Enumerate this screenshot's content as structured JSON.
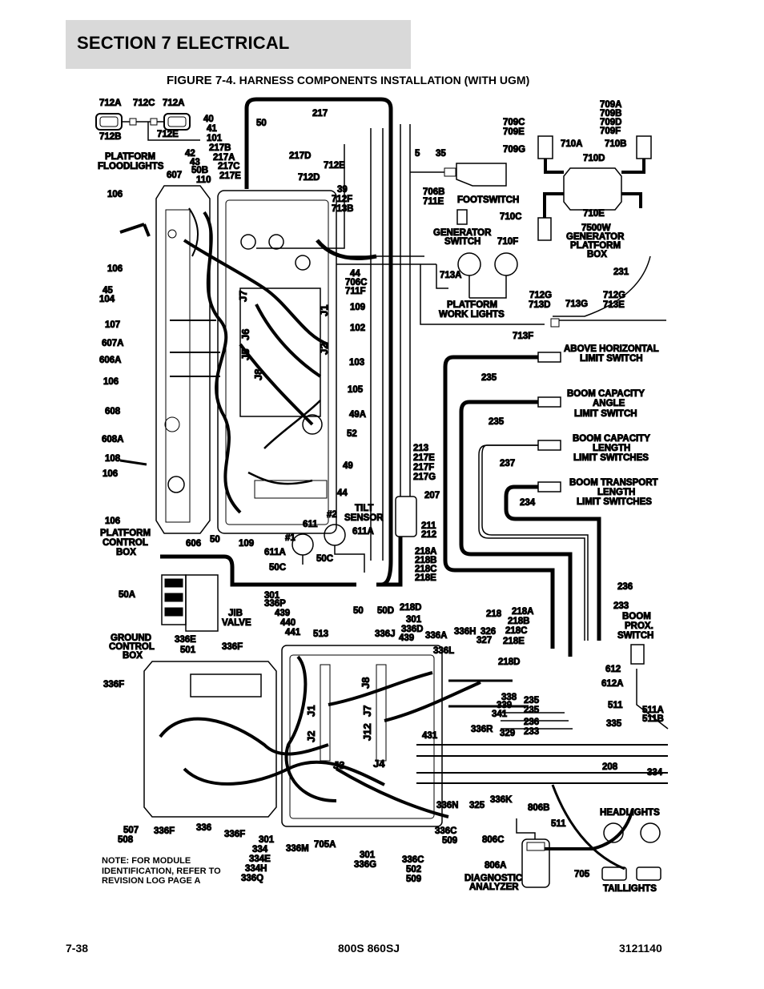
{
  "header": {
    "section_title": "SECTION 7   ELECTRICAL"
  },
  "figure": {
    "prefix": "FIGURE 7-4.",
    "title": "HARNESS COMPONENTS INSTALLATION (WITH UGM)"
  },
  "footer": {
    "page": "7-38",
    "model": "800S 860SJ",
    "doc_number": "3121140"
  },
  "note": "NOTE: FOR MODULE IDENTIFICATION, REFER TO REVISION LOG PAGE A",
  "components": {
    "platform_floodlights": [
      "PLATFORM",
      "FLOODLIGHTS"
    ],
    "platform_control_box": [
      "PLATFORM",
      "CONTROL",
      "BOX"
    ],
    "jib_valve": [
      "JIB",
      "VALVE"
    ],
    "ground_control_box": [
      "GROUND",
      "CONTROL",
      "BOX"
    ],
    "footswitch": "FOOTSWITCH",
    "generator_switch": [
      "GENERATOR",
      "SWITCH"
    ],
    "generator_box": [
      "7500W",
      "GENERATOR",
      "PLATFORM",
      "BOX"
    ],
    "platform_work_lights": [
      "PLATFORM",
      "WORK LIGHTS"
    ],
    "above_horizontal": [
      "ABOVE HORIZONTAL",
      "LIMIT SWITCH"
    ],
    "boom_capacity_angle": [
      "BOOM CAPACITY",
      "ANGLE",
      "LIMIT SWITCH"
    ],
    "boom_capacity_length": [
      "BOOM CAPACITY",
      "LENGTH",
      "LIMIT SWITCHES"
    ],
    "boom_transport_length": [
      "BOOM TRANSPORT",
      "LENGTH",
      "LIMIT SWITCHES"
    ],
    "tilt_sensor": [
      "TILT",
      "SENSOR"
    ],
    "boom_prox_switch": [
      "BOOM",
      "PROX.",
      "SWITCH"
    ],
    "headlights": "HEADLIGHTS",
    "taillights": "TAILLIGHTS",
    "diagnostic_analyzer": [
      "DIAGNOSTIC",
      "ANALYZER"
    ]
  },
  "connectors": {
    "platform": [
      "J7",
      "J1",
      "J6",
      "J2",
      "J5",
      "J8"
    ],
    "ground": [
      "J8",
      "J1",
      "J7",
      "J2",
      "J12",
      "J3",
      "J4"
    ]
  },
  "callouts": {
    "top_left": [
      "712A",
      "712C",
      "712A",
      "712B",
      "712E",
      "40",
      "41",
      "101",
      "217B",
      "217A",
      "217C",
      "217E",
      "42",
      "43",
      "50B",
      "110",
      "607",
      "106",
      "50",
      "217",
      "217D",
      "712E",
      "712D",
      "39",
      "712F",
      "713B"
    ],
    "platform_left": [
      "106",
      "45",
      "104",
      "107",
      "607A",
      "606A",
      "106",
      "608",
      "608A",
      "108",
      "106",
      "106",
      "606",
      "50",
      "109"
    ],
    "platform_right": [
      "44",
      "706C",
      "711F",
      "109",
      "102",
      "103",
      "105",
      "49A",
      "52",
      "49",
      "44"
    ],
    "top_middle": [
      "5",
      "35",
      "706B",
      "711E",
      "713A"
    ],
    "top_right": [
      "709A",
      "709B",
      "709C",
      "709D",
      "709E",
      "709F",
      "709G",
      "710A",
      "710B",
      "710D",
      "710C",
      "710E",
      "710F",
      "231",
      "712G",
      "713D",
      "713G",
      "712G",
      "713E",
      "713F"
    ],
    "limit_switches": [
      "235",
      "235",
      "237",
      "234",
      "207",
      "213",
      "217E",
      "217F",
      "217G",
      "211",
      "212"
    ],
    "tilt": [
      "#2",
      "611",
      "611A",
      "#1",
      "611A",
      "50C",
      "50C"
    ],
    "lower_mid": [
      "218A",
      "218B",
      "218C",
      "218E",
      "218D",
      "50",
      "50D",
      "301",
      "336P",
      "439",
      "440",
      "441",
      "50A",
      "513"
    ],
    "boom_right": [
      "236",
      "233",
      "218",
      "218A",
      "218B",
      "218C",
      "218E",
      "218D",
      "612",
      "612A",
      "511",
      "511A",
      "511B",
      "335",
      "208",
      "334",
      "235",
      "235",
      "236",
      "233"
    ],
    "ground_box": [
      "336E",
      "501",
      "336F",
      "336F",
      "301",
      "336D",
      "439",
      "336J",
      "336A",
      "336L",
      "336H",
      "326",
      "327",
      "338",
      "339",
      "341",
      "336R",
      "329",
      "431",
      "336N",
      "325",
      "336K",
      "806B",
      "336C",
      "509",
      "806C",
      "806A",
      "705A",
      "336M",
      "301",
      "334",
      "334E",
      "334H",
      "336Q",
      "301",
      "336G",
      "336C",
      "502",
      "509",
      "507",
      "508",
      "336F",
      "336",
      "336F",
      "511",
      "705"
    ]
  }
}
